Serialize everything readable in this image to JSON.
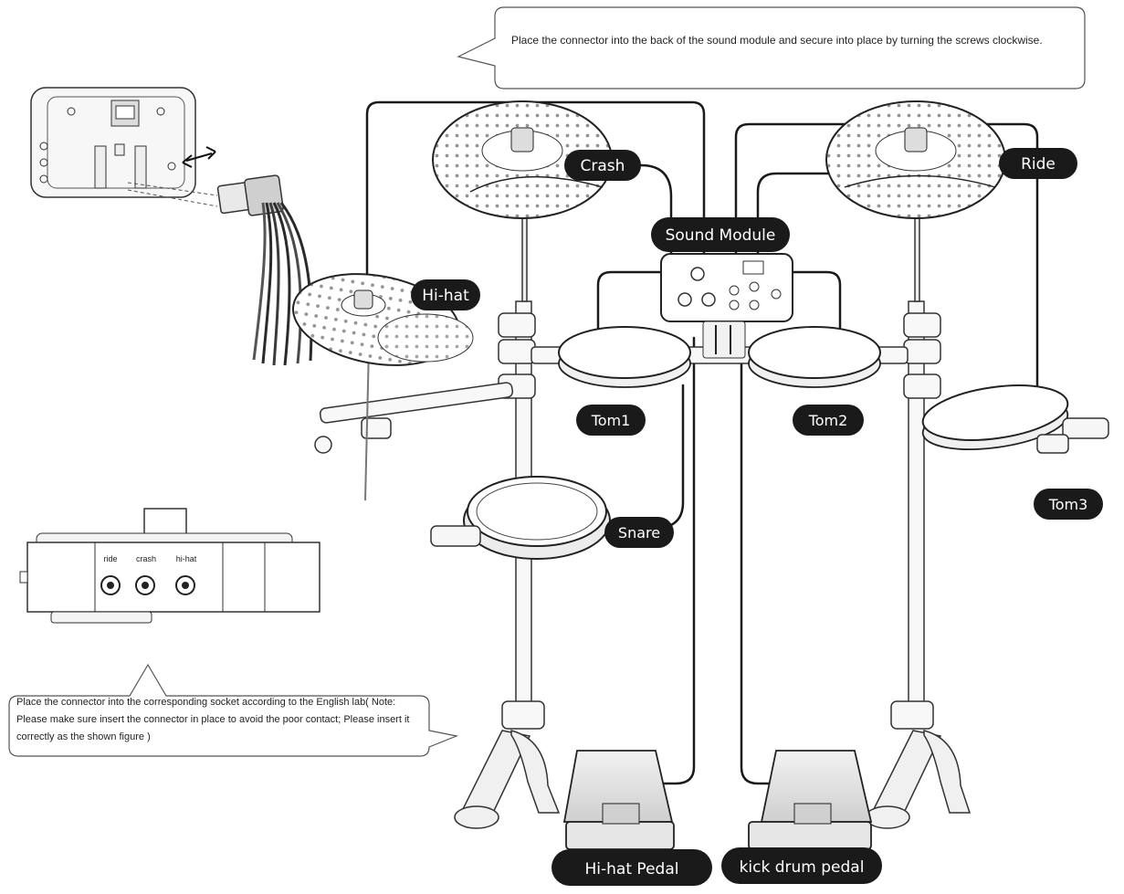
{
  "callouts": {
    "top": "Place the connector into the back of the sound module and secure into place by turning the screws clockwise.",
    "bottom": "Place the connector into the corresponding socket according to the English lab( Note: Please make sure insert the connector in place to avoid the poor contact; Please insert it correctly as the shown figure )"
  },
  "labels": {
    "crash": "Crash",
    "ride": "Ride",
    "sound_module": "Sound Module",
    "hihat": "Hi-hat",
    "tom1": "Tom1",
    "tom2": "Tom2",
    "tom3": "Tom3",
    "snare": "Snare",
    "hihat_pedal": "Hi-hat Pedal",
    "kick_pedal": "kick drum pedal"
  },
  "jacks": {
    "ride": "ride",
    "crash": "crash",
    "hihat": "hi-hat"
  },
  "colors": {
    "label_bg": "#1a1a1a",
    "label_text": "#ffffff",
    "line": "#1a1a1a"
  }
}
